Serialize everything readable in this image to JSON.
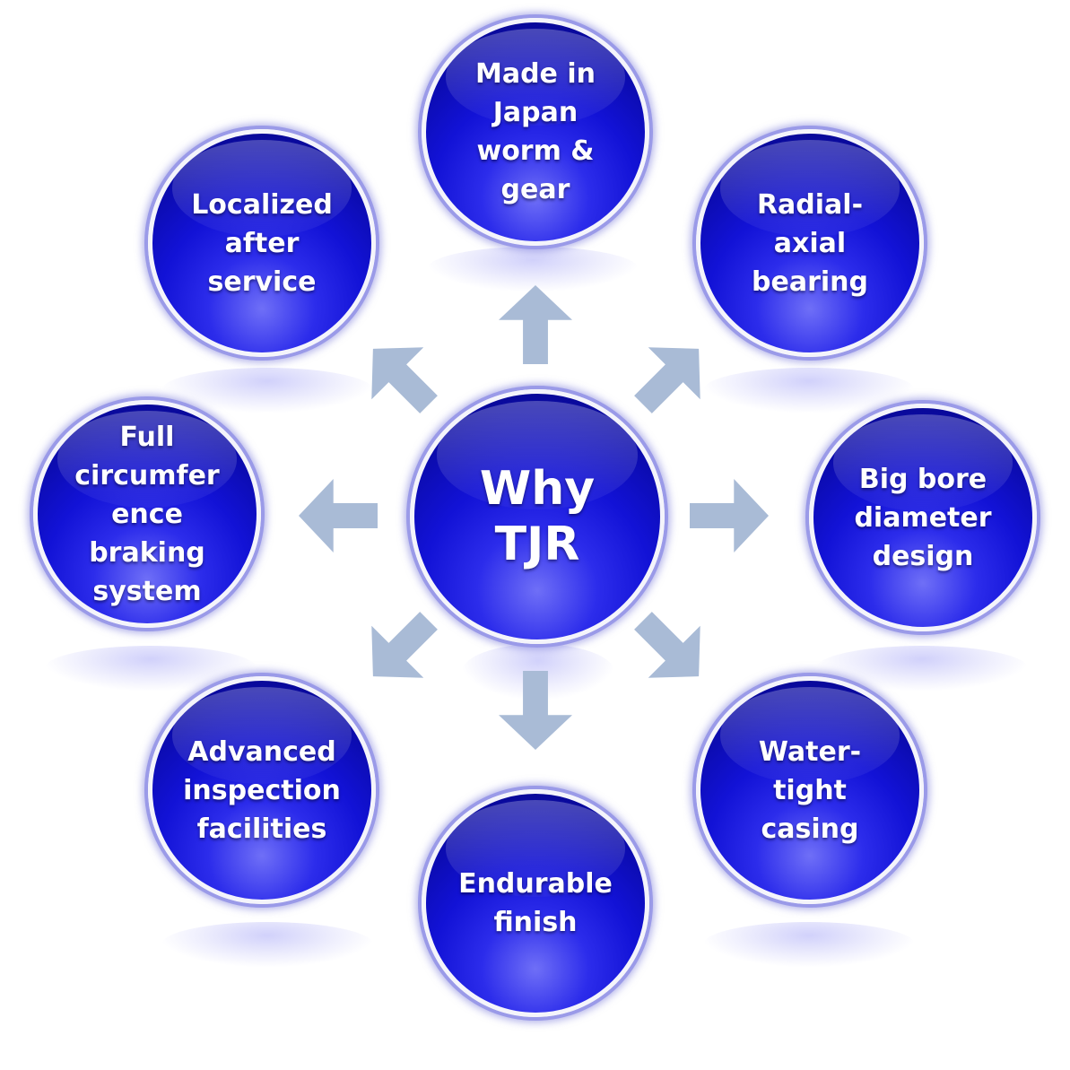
{
  "center": {
    "label": "Why\nTJR"
  },
  "features": [
    {
      "id": "made-in-japan",
      "label": "Made in\nJapan\nworm &\ngear"
    },
    {
      "id": "radial-axial-bearing",
      "label": "Radial-\naxial\nbearing"
    },
    {
      "id": "big-bore",
      "label": "Big bore\ndiameter\ndesign"
    },
    {
      "id": "water-tight",
      "label": "Water-\ntight\ncasing"
    },
    {
      "id": "endurable-finish",
      "label": "Endurable\nfinish"
    },
    {
      "id": "advanced-inspection",
      "label": "Advanced\ninspection\nfacilities"
    },
    {
      "id": "full-circumference",
      "label": "Full\ncircumfer\nence\nbraking\nsystem"
    },
    {
      "id": "localized-after-service",
      "label": "Localized\nafter\nservice"
    }
  ],
  "colors": {
    "circle": "#1212d6",
    "arrow": "#a9bbd6",
    "text": "#ffffff"
  }
}
